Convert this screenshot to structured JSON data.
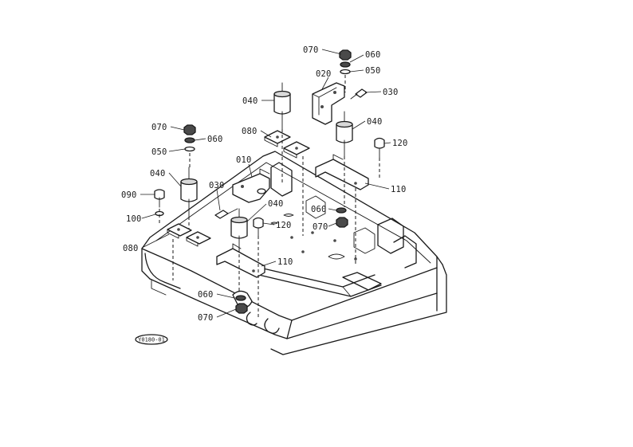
{
  "diagram": {
    "stamp": "Y0180-01",
    "callouts": {
      "c070_top": "070",
      "c060_top": "060",
      "c050_top": "050",
      "c020": "020",
      "c030_right": "030",
      "c040_top": "040",
      "c040_right": "040",
      "c080_top": "080",
      "c120_right": "120",
      "c110_right": "110",
      "c070_left": "070",
      "c060_left": "060",
      "c050_left": "050",
      "c040_left": "040",
      "c010": "010",
      "c030_mid": "030",
      "c040_mid": "040",
      "c090": "090",
      "c100": "100",
      "c120_mid": "120",
      "c060_mid": "060",
      "c070_mid": "070",
      "c080_left": "080",
      "c110_mid": "110",
      "c060_bottom": "060",
      "c070_bottom": "070"
    }
  }
}
